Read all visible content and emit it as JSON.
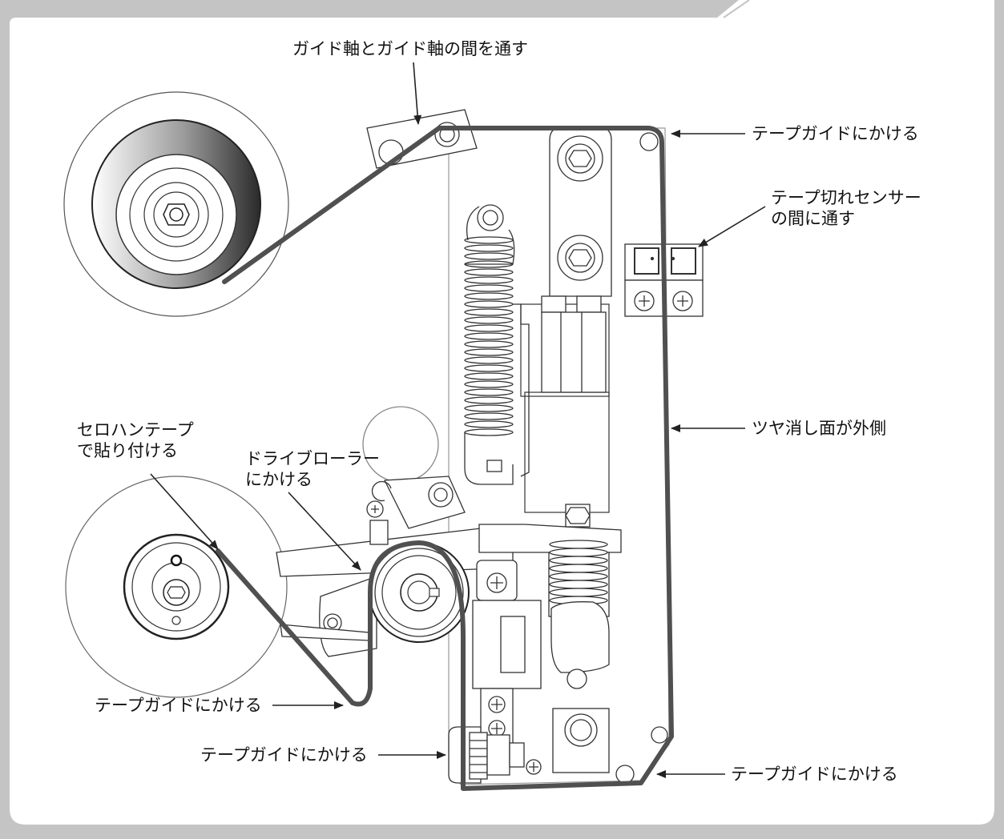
{
  "callouts": {
    "guide_shafts": "ガイド軸とガイド軸の間を通す",
    "tape_guide_top": "テープガイドにかける",
    "sensor_line1": "テープ切れセンサー",
    "sensor_line2": "の間に通す",
    "matte_outside": "ツヤ消し面が外側",
    "cellophane_line1": "セロハンテープ",
    "cellophane_line2": "で貼り付ける",
    "drive_roller_line1": "ドライブローラー",
    "drive_roller_line2": "にかける",
    "tape_guide_left": "テープガイドにかける",
    "tape_guide_bottom_left": "テープガイドにかける",
    "tape_guide_bottom_right": "テープガイドにかける"
  },
  "colors": {
    "frame": "#c4c4c4",
    "tape": "#505050",
    "line": "#333333",
    "arrow": "#222222"
  },
  "icons": {
    "arrow": "arrow-icon"
  }
}
